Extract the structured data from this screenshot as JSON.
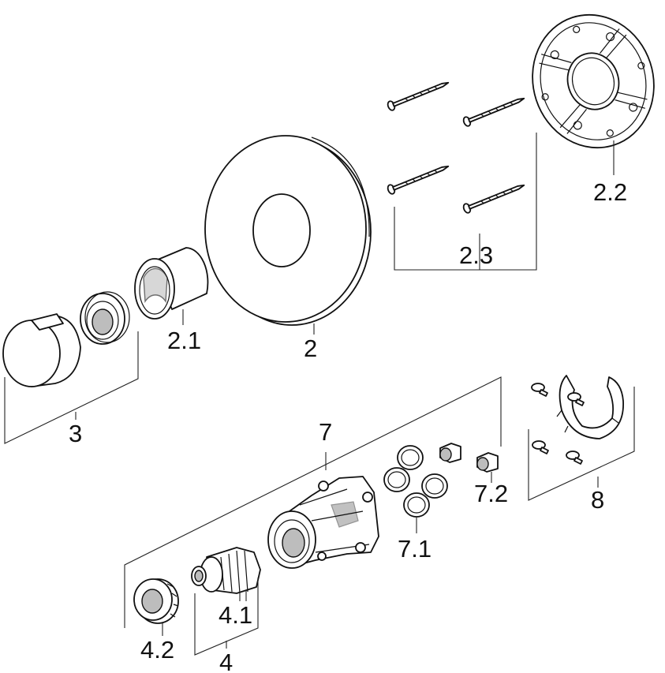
{
  "labels": {
    "l2": "2",
    "l2_1": "2.1",
    "l2_2": "2.2",
    "l2_3": "2.3",
    "l3": "3",
    "l4": "4",
    "l4_1": "4.1",
    "l4_2": "4.2",
    "l7": "7",
    "l7_1": "7.1",
    "l7_2": "7.2",
    "l8": "8"
  }
}
